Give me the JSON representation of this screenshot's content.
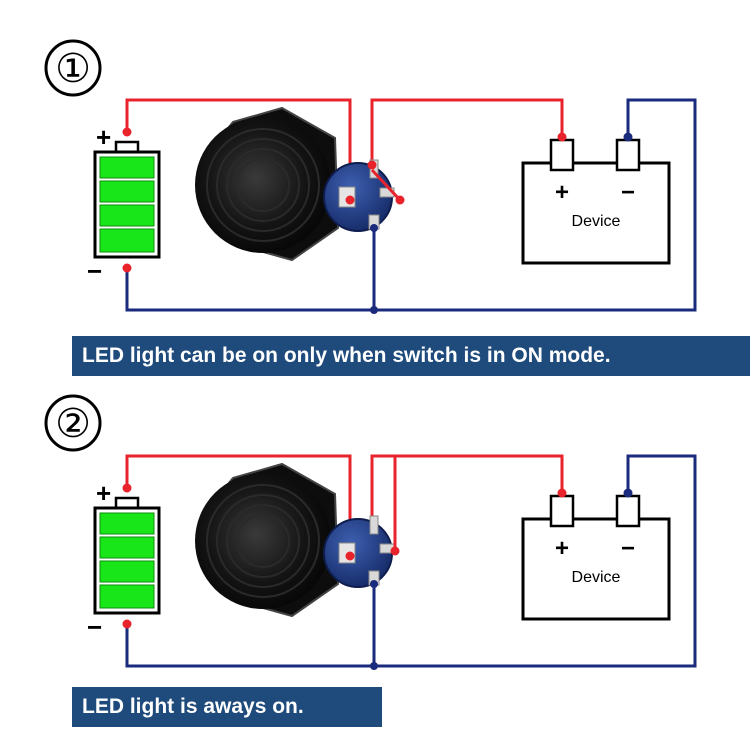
{
  "diagrams": [
    {
      "step_number": "①",
      "battery": {
        "plus": "+",
        "minus": "−"
      },
      "device": {
        "label": "Device",
        "plus": "+",
        "minus": "−"
      },
      "caption": "LED light can be on only when switch is in ON mode."
    },
    {
      "step_number": "②",
      "battery": {
        "plus": "+",
        "minus": "−"
      },
      "device": {
        "label": "Device",
        "plus": "+",
        "minus": "−"
      },
      "caption": "LED light is aways on."
    }
  ],
  "colors": {
    "positive_wire": "#e8232c",
    "negative_wire": "#1a2a7c",
    "battery_fill": "#19e619",
    "caption_bg": "#1e4a7c",
    "switch_body": "#1b1b1b",
    "switch_base": "#20397a"
  }
}
